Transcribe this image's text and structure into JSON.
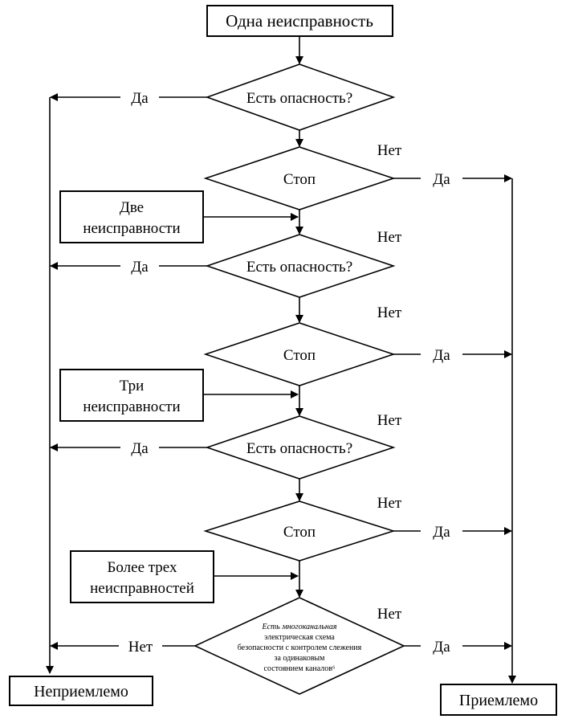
{
  "start": "Одна неисправность",
  "two_faults": [
    "Две",
    "неисправности"
  ],
  "three_faults": [
    "Три",
    "неисправности"
  ],
  "more_faults": [
    "Более трех",
    "неисправностей"
  ],
  "danger_q": "Есть опасность?",
  "stop": "Стоп",
  "stop_first": "Стоп",
  "yes": "Да",
  "no": "Нет",
  "final_q": [
    "Есть многоканальная",
    "электрическая схема",
    "безопасности с контролем слежения",
    "за одинаковым",
    "состоянием каналов⁶"
  ],
  "unacceptable": "Неприемлемо",
  "acceptable": "Приемлемо"
}
